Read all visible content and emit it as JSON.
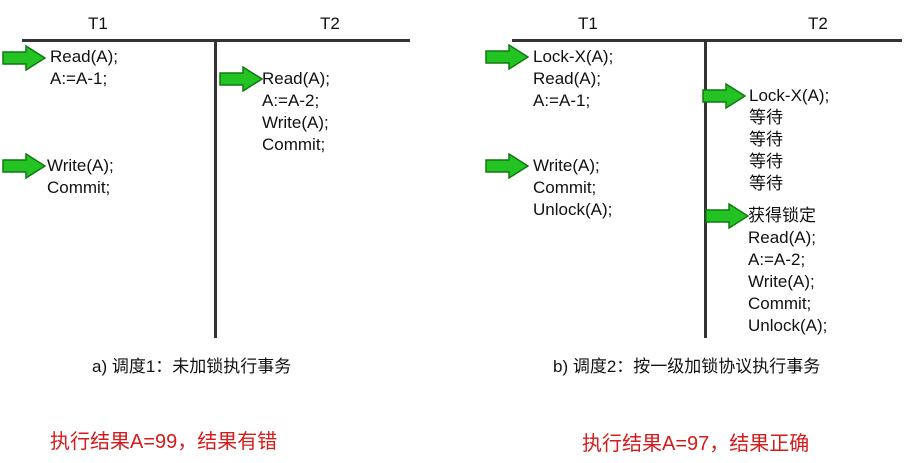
{
  "schedule_a": {
    "t1_header": "T1",
    "t2_header": "T2",
    "t1_block1": [
      "Read(A);",
      "A:=A-1;"
    ],
    "t2_block1": [
      "Read(A);",
      "A:=A-2;",
      "Write(A);",
      "Commit;"
    ],
    "t1_block2": [
      "Write(A);",
      "Commit;"
    ],
    "caption": "a) 调度1：未加锁执行事务",
    "result": "执行结果A=99，结果有错"
  },
  "schedule_b": {
    "t1_header": "T1",
    "t2_header": "T2",
    "t1_block1": [
      "Lock-X(A);",
      "Read(A);",
      "A:=A-1;"
    ],
    "t2_block1": [
      "Lock-X(A);",
      "等待",
      "等待",
      "等待",
      "等待"
    ],
    "t1_block2": [
      "Write(A);",
      "Commit;",
      "Unlock(A);"
    ],
    "t2_block2": [
      "获得锁定",
      "Read(A);",
      "A:=A-2;",
      "Write(A);",
      "Commit;",
      "Unlock(A);"
    ],
    "caption": "b) 调度2：按一级加锁协议执行事务",
    "result": "执行结果A=97，结果正确"
  },
  "colors": {
    "arrow": "#22c322",
    "arrow_outline": "#0f7a0f",
    "result": "#d41c1c",
    "line": "#333333"
  },
  "icons": {
    "step_marker": "green-right-arrow-icon"
  }
}
